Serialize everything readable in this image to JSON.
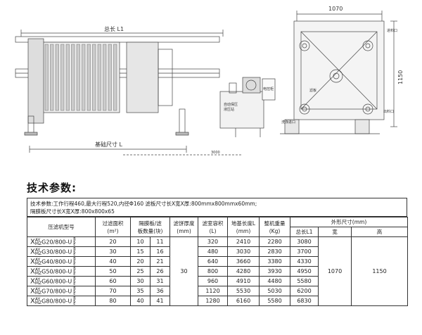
{
  "drawing": {
    "dim_total_length": "总长 L1",
    "dim_base": "基础尺寸 L",
    "dim_3000": "3000",
    "dim_width": "1070",
    "dim_height": "1150",
    "label_control": "自动保压\n液压站",
    "label_cabinet": "电控柜",
    "label_feed": "进料口",
    "label_plate": "滤板",
    "label_wash": "洗涤进口",
    "label_outlet": "出料口"
  },
  "heading": "技术参数:",
  "spec": {
    "line1": "技术参数:工作行程460,最大行程520,内径Φ160 滤板尺寸长X宽X厚:800mmx800mmx60mm;",
    "line2": "隔膜板尺寸长X宽X厚:800x800x65"
  },
  "table": {
    "headers": {
      "model": "压滤机型号",
      "area": "过滤面积",
      "area_unit": "(m²)",
      "plates": "隔膜板/滤",
      "plates2": "板数量(块)",
      "cake": "滤饼厚度",
      "cake_unit": "(mm)",
      "volume": "滤室容积",
      "volume_unit": "(L)",
      "footprint": "地基长度L",
      "footprint_unit": "(mm)",
      "weight": "整机重量",
      "weight_unit": "(Kg)",
      "outer": "外形尺寸(mm)",
      "len": "总长L1",
      "wid": "宽",
      "hgt": "高"
    },
    "model_prefix": {
      "x": "X",
      "top": "AY",
      "bot": "MZ",
      "suffix_top": "B",
      "suffix_mid": "K",
      "suffix_bot": "E"
    },
    "cake_value": "30",
    "width_value": "1070",
    "height_value": "1150",
    "rows": [
      {
        "model": "G20/800-U",
        "area": "20",
        "d": "10",
        "f": "11",
        "vol": "320",
        "L": "2410",
        "w": "2280",
        "L1": "3080"
      },
      {
        "model": "G30/800-U",
        "area": "30",
        "d": "15",
        "f": "16",
        "vol": "480",
        "L": "3030",
        "w": "2830",
        "L1": "3700"
      },
      {
        "model": "G40/800-U",
        "area": "40",
        "d": "20",
        "f": "21",
        "vol": "640",
        "L": "3660",
        "w": "3380",
        "L1": "4330"
      },
      {
        "model": "G50/800-U",
        "area": "50",
        "d": "25",
        "f": "26",
        "vol": "800",
        "L": "4280",
        "w": "3930",
        "L1": "4950"
      },
      {
        "model": "G60/800-U",
        "area": "60",
        "d": "30",
        "f": "31",
        "vol": "960",
        "L": "4910",
        "w": "4480",
        "L1": "5580"
      },
      {
        "model": "G70/800-U",
        "area": "70",
        "d": "35",
        "f": "36",
        "vol": "1120",
        "L": "5530",
        "w": "5030",
        "L1": "6200"
      },
      {
        "model": "G80/800-U",
        "area": "80",
        "d": "40",
        "f": "41",
        "vol": "1280",
        "L": "6160",
        "w": "5580",
        "L1": "6830"
      }
    ]
  }
}
